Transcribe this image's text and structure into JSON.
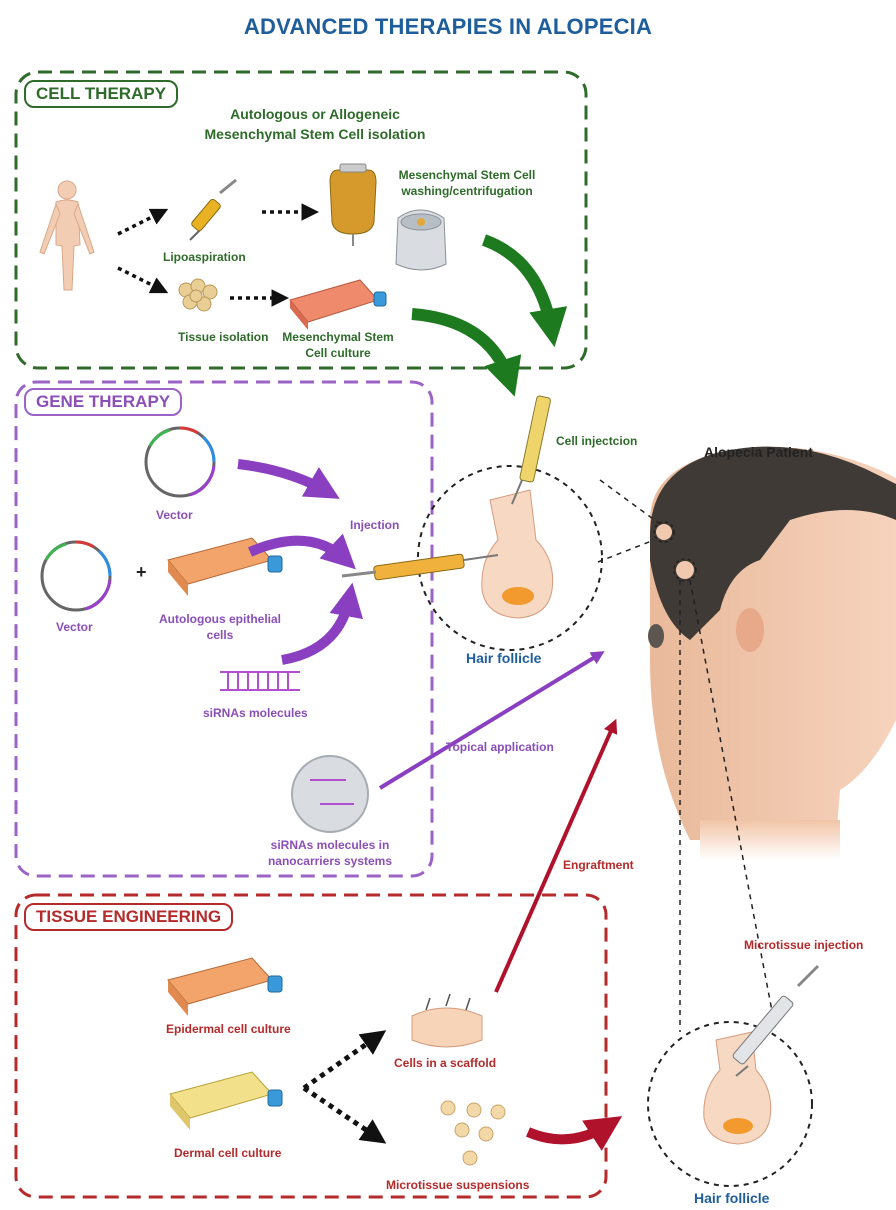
{
  "title": "ADVANCED THERAPIES IN ALOPECIA",
  "colors": {
    "title_blue": "#1f5e9c",
    "cell_green": "#2f6b2a",
    "gene_purple": "#8b4fb8",
    "tissue_red": "#b52a2a"
  },
  "cell_therapy": {
    "heading": "CELL THERAPY",
    "subtitle_line1": "Autologous or Allogeneic",
    "subtitle_line2": "Mesenchymal Stem Cell isolation",
    "lipoaspiration": "Lipoaspiration",
    "washing_line1": "Mesenchymal Stem Cell",
    "washing_line2": "washing/centrifugation",
    "tissue_isolation": "Tissue isolation",
    "culture_line1": "Mesenchymal Stem",
    "culture_line2": "Cell culture"
  },
  "gene_therapy": {
    "heading": "GENE THERAPY",
    "vector_top": "Vector",
    "vector_left": "Vector",
    "epithelial_line1": "Autologous epithelial",
    "epithelial_line2": "cells",
    "sirna": "siRNAs molecules",
    "nano_line1": "siRNAs molecules in",
    "nano_line2": "nanocarriers systems",
    "plus": "+"
  },
  "tissue_engineering": {
    "heading": "TISSUE ENGINEERING",
    "epidermal": "Epidermal cell culture",
    "dermal": "Dermal cell culture",
    "scaffold": "Cells in a scaffold",
    "microtissue": "Microtissue suspensions"
  },
  "labels": {
    "cell_injection": "Cell injectcion",
    "injection": "Injection",
    "hair_follicle_top": "Hair follicle",
    "topical": "Topical application",
    "engraftment": "Engraftment",
    "alopecia_patient": "Alopecia Patient",
    "microtissue_injection": "Microtissue injection",
    "hair_follicle_bottom": "Hair follicle"
  },
  "icons": [
    "human-figure-icon",
    "syringe-icon",
    "iv-bag-icon",
    "centrifuge-icon",
    "fat-cells-icon",
    "culture-flask-icon",
    "plasmid-vector-icon",
    "sirna-icon",
    "nanocarrier-icon",
    "hair-follicle-icon",
    "patient-head-icon",
    "scaffold-icon",
    "microtissue-icon"
  ]
}
